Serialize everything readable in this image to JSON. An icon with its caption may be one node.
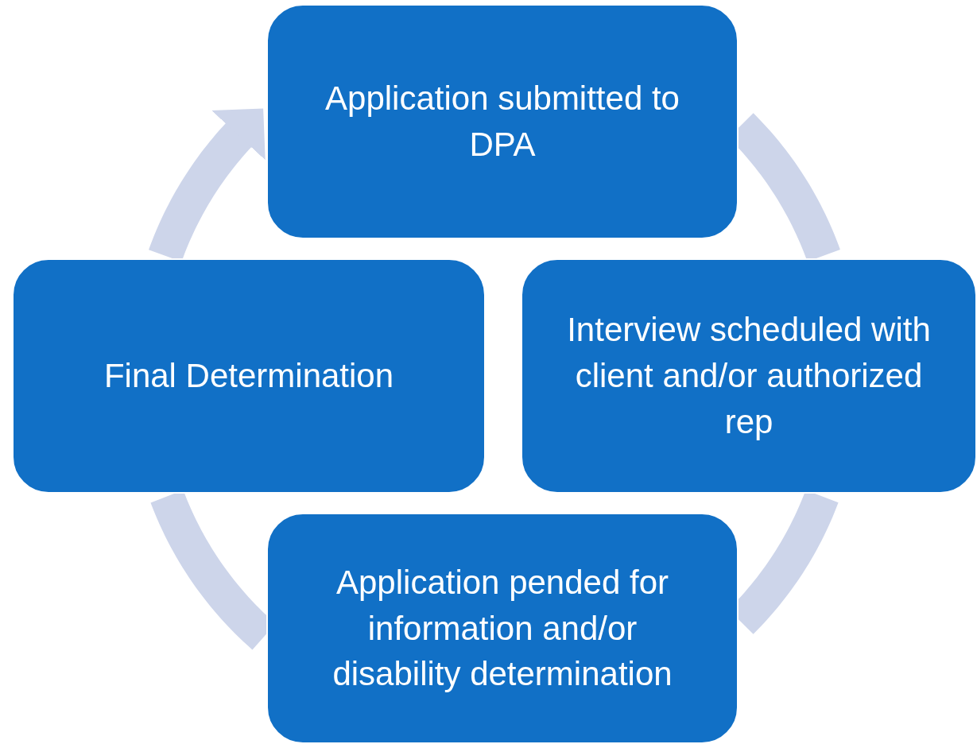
{
  "diagram": {
    "nodes": [
      {
        "text": [
          "Application submitted to DPA"
        ]
      },
      {
        "text": [
          "Interview scheduled with client and/or authorized rep"
        ]
      },
      {
        "text": [
          "Application pended for information and/or disability determination"
        ]
      },
      {
        "text": [
          "Final Determination"
        ]
      }
    ],
    "edges": [
      {
        "from": 0,
        "to": 1,
        "arrow": "none"
      },
      {
        "from": 1,
        "to": 2,
        "arrow": "none"
      },
      {
        "from": 2,
        "to": 3,
        "arrow": "none"
      },
      {
        "from": 3,
        "to": 0,
        "arrow": "to"
      }
    ]
  }
}
